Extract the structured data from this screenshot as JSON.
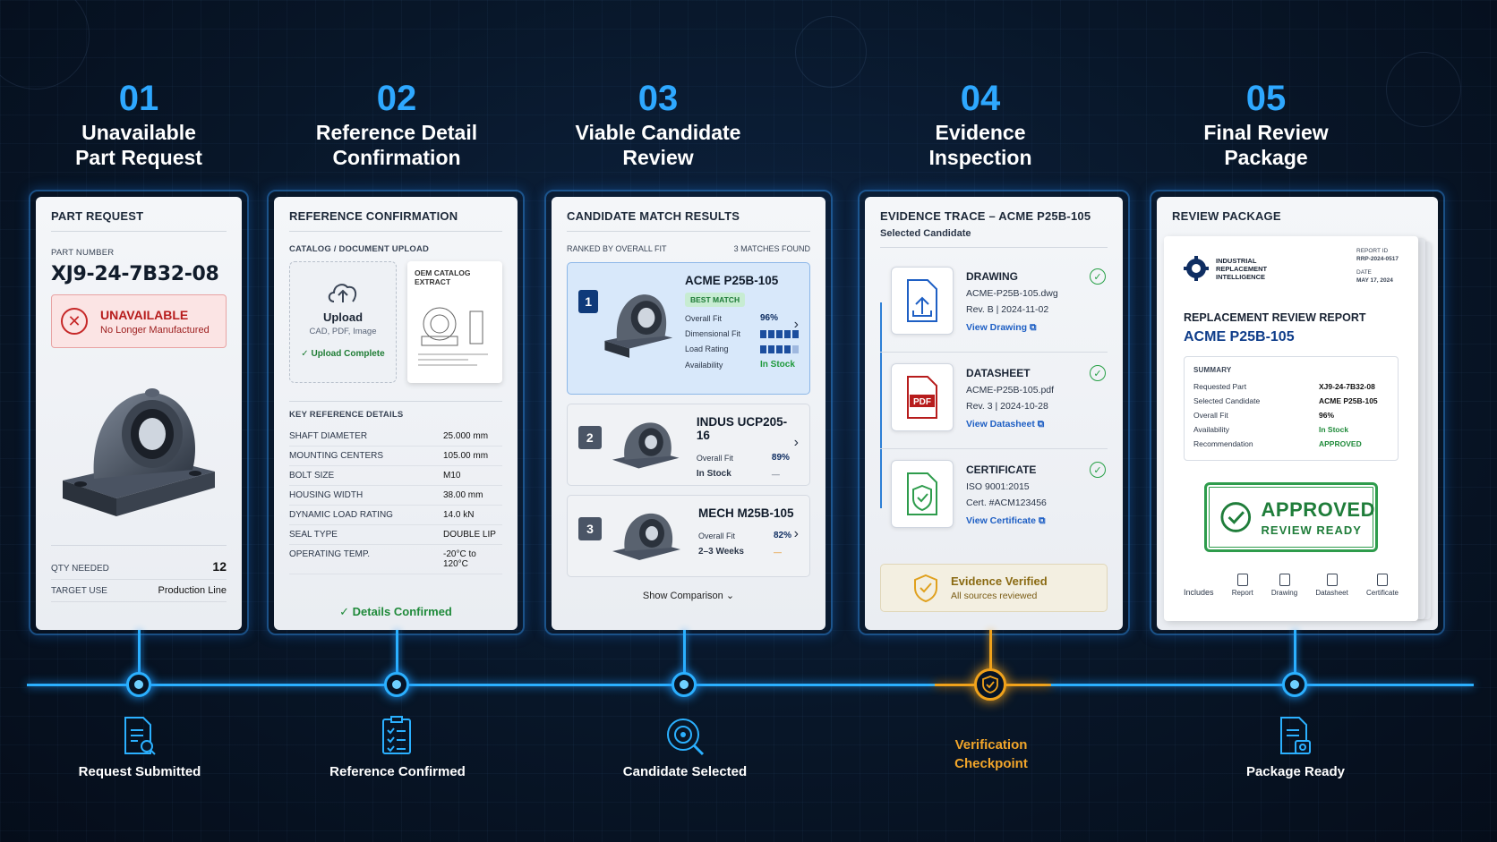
{
  "steps": [
    {
      "num": "01",
      "title1": "Unavailable",
      "title2": "Part Request"
    },
    {
      "num": "02",
      "title1": "Reference Detail",
      "title2": "Confirmation"
    },
    {
      "num": "03",
      "title1": "Viable Candidate",
      "title2": "Review"
    },
    {
      "num": "04",
      "title1": "Evidence",
      "title2": "Inspection"
    },
    {
      "num": "05",
      "title1": "Final Review",
      "title2": "Package"
    }
  ],
  "card1": {
    "title": "PART REQUEST",
    "pn_label": "PART NUMBER",
    "pn": "XJ9-24-7B32-08",
    "status": "UNAVAILABLE",
    "status_sub": "No Longer Manufactured",
    "qty_label": "QTY NEEDED",
    "qty": "12",
    "use_label": "TARGET USE",
    "use": "Production Line"
  },
  "card2": {
    "title": "REFERENCE CONFIRMATION",
    "upload_label": "CATALOG / DOCUMENT UPLOAD",
    "upload_title": "Upload",
    "upload_types": "CAD, PDF, Image",
    "upload_ok": "Upload Complete",
    "oem_label": "OEM CATALOG EXTRACT",
    "key_label": "KEY REFERENCE DETAILS",
    "specs": [
      {
        "k": "SHAFT DIAMETER",
        "v": "25.000 mm"
      },
      {
        "k": "MOUNTING CENTERS",
        "v": "105.00 mm"
      },
      {
        "k": "BOLT SIZE",
        "v": "M10"
      },
      {
        "k": "HOUSING WIDTH",
        "v": "38.00 mm"
      },
      {
        "k": "DYNAMIC LOAD RATING",
        "v": "14.0 kN"
      },
      {
        "k": "SEAL TYPE",
        "v": "DOUBLE LIP"
      },
      {
        "k": "OPERATING TEMP.",
        "v": "-20°C to 120°C"
      }
    ],
    "confirmed": "Details Confirmed"
  },
  "card3": {
    "title": "CANDIDATE MATCH RESULTS",
    "ranked": "RANKED BY OVERALL FIT",
    "found": "3 MATCHES FOUND",
    "c1": {
      "rank": "1",
      "name": "ACME P25B-105",
      "badge": "BEST MATCH",
      "fit_label": "Overall Fit",
      "fit": "96%",
      "dim_label": "Dimensional Fit",
      "load_label": "Load Rating",
      "avail_label": "Availability",
      "avail": "In Stock",
      "dim_fill": 1.0,
      "load_fill": 0.75
    },
    "c2": {
      "rank": "2",
      "name": "INDUS UCP205-16",
      "fit_label": "Overall Fit",
      "fit": "89%",
      "avail": "In Stock"
    },
    "c3": {
      "rank": "3",
      "name": "MECH M25B-105",
      "fit_label": "Overall Fit",
      "fit": "82%",
      "avail": "2–3 Weeks"
    },
    "show": "Show Comparison"
  },
  "card4": {
    "title": "EVIDENCE TRACE – ACME P25B-105",
    "sub": "Selected Candidate",
    "items": [
      {
        "t": "DRAWING",
        "l1": "ACME-P25B-105.dwg",
        "l2": "Rev. B | 2024-11-02",
        "link": "View Drawing"
      },
      {
        "t": "DATASHEET",
        "l1": "ACME-P25B-105.pdf",
        "l2": "Rev. 3 | 2024-10-28",
        "link": "View Datasheet"
      },
      {
        "t": "CERTIFICATE",
        "l1": "ISO 9001:2015",
        "l2": "Cert. #ACM123456",
        "link": "View Certificate"
      }
    ],
    "pdf_label": "PDF",
    "verified": "Evidence Verified",
    "verified_sub": "All sources reviewed"
  },
  "card5": {
    "title": "REVIEW PACKAGE",
    "org1": "INDUSTRIAL",
    "org2": "REPLACEMENT",
    "org3": "INTELLIGENCE",
    "rid_label": "REPORT ID",
    "rid": "RRP-2024-0517",
    "date_label": "DATE",
    "date": "MAY 17, 2024",
    "rep_title": "REPLACEMENT REVIEW REPORT",
    "rep_name": "ACME P25B-105",
    "summary_label": "SUMMARY",
    "summary": [
      {
        "k": "Requested Part",
        "v": "XJ9-24-7B32-08"
      },
      {
        "k": "Selected Candidate",
        "v": "ACME P25B-105"
      },
      {
        "k": "Overall Fit",
        "v": "96%"
      },
      {
        "k": "Availability",
        "v": "In Stock"
      },
      {
        "k": "Recommendation",
        "v": "APPROVED"
      }
    ],
    "stamp": "APPROVED",
    "stamp_sub": "REVIEW READY",
    "includes": "Includes",
    "inc": [
      "Report",
      "Drawing",
      "Datasheet",
      "Certificate"
    ]
  },
  "milestones": [
    "Request Submitted",
    "Reference Confirmed",
    "Candidate Selected",
    "Verification Checkpoint",
    "Package Ready"
  ],
  "milestone_4_line1": "Verification",
  "milestone_4_line2": "Checkpoint",
  "colors": {
    "accent": "#2ea8ff",
    "gold": "#f0a21b",
    "green": "#1f9a3c",
    "red": "#c62828"
  }
}
